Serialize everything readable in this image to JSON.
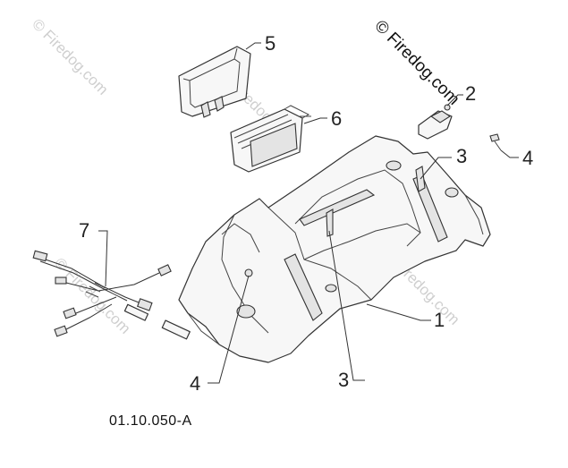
{
  "diagram": {
    "caption": "01.10.050-A",
    "watermarks": {
      "corner_top_right": "© Firedog.com",
      "faint": "© Firedog.com"
    },
    "callouts": {
      "c1": "1",
      "c2": "2",
      "c3_top": "3",
      "c3_bottom": "3",
      "c4_right": "4",
      "c4_left": "4",
      "c5": "5",
      "c6": "6",
      "c7": "7"
    },
    "colors": {
      "line": "#333333",
      "fill": "#f7f7f7",
      "watermark": "#cfcfcf"
    }
  }
}
